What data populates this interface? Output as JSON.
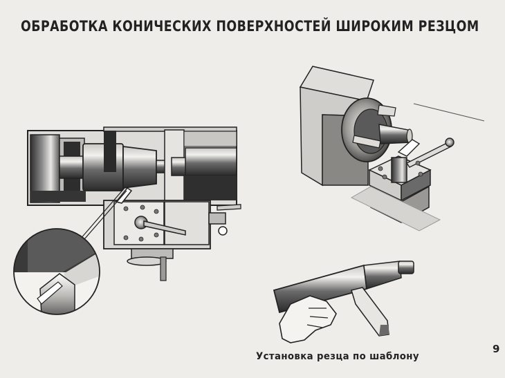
{
  "slide": {
    "title": "ОБРАБОТКА КОНИЧЕСКИХ ПОВЕРХНОСТЕЙ ШИРОКИМ РЕЗЦОМ",
    "caption": "Установка резца по шаблону",
    "page_number": "9"
  },
  "colors": {
    "background": "#efede9",
    "ink": "#222222",
    "dark_metal": "#3a3a3a",
    "mid_metal": "#8a8a8a",
    "light_metal": "#d4d2ce"
  }
}
